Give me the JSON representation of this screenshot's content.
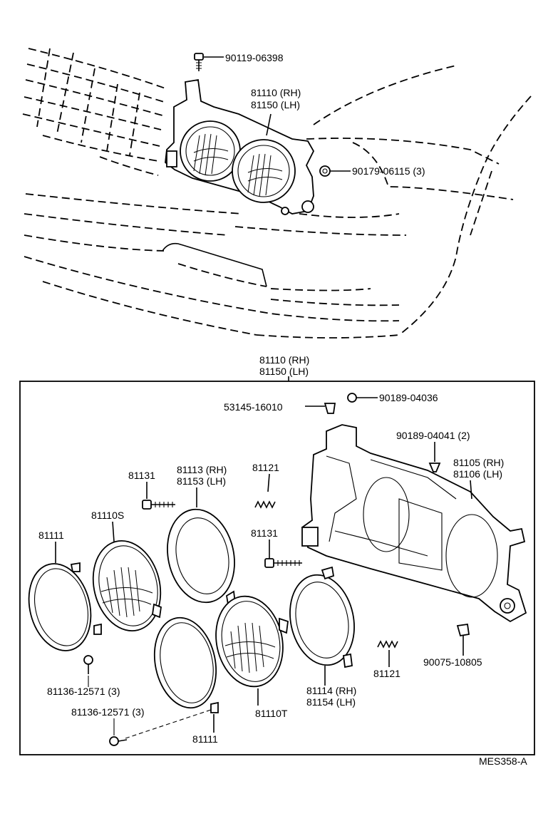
{
  "top": {
    "bolt_label": "90119-06398",
    "assembly_rh": "81110 (RH)",
    "assembly_lh": "81150 (LH)",
    "nut_label": "90179-06115 (3)"
  },
  "exploded": {
    "header_rh": "81110 (RH)",
    "header_lh": "81150 (LH)",
    "clip": "53145-16010",
    "screw_top": "90189-04036",
    "screw_housing": "90189-04041 (2)",
    "housing_rh": "81105 (RH)",
    "housing_lh": "81106 (LH)",
    "ring_upper_rh": "81113 (RH)",
    "ring_upper_lh": "81153 (LH)",
    "adj_screw_upper": "81131",
    "spring_upper": "81121",
    "adj_screw_mid": "81131",
    "sealed_beam_s": "81110S",
    "retaining_ring_left": "81111",
    "sealed_beam_t": "81110T",
    "ring_lower_rh": "81114 (RH)",
    "ring_lower_lh": "81154 (LH)",
    "spring_lower": "81121",
    "nut_right": "90075-10805",
    "screw_a": "81136-12571 (3)",
    "screw_b": "81136-12571 (3)",
    "retaining_ring_bottom": "81111"
  },
  "diagram_code": "MES358-A"
}
